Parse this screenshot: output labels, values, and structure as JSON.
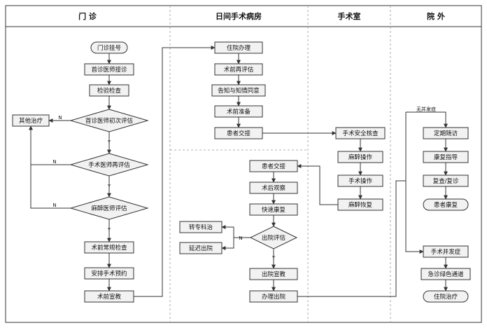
{
  "lanes": {
    "clinic": "门  诊",
    "ward": "日间手术病房",
    "or": "手术室",
    "outside": "院  外"
  },
  "nodes": {
    "register": "门诊挂号",
    "first_doctor": "首诊医师接诊",
    "tests": "检验检查",
    "first_eval": "首诊医师初次评估",
    "other_treatment": "其他治疗",
    "surgeon_eval": "手术医师再评估",
    "anesth_eval": "麻醉医师评估",
    "routine_check": "术前常规检查",
    "schedule": "安排手术预约",
    "preop_edu": "术前宣教",
    "admission": "住院办理",
    "preop_reeval": "术前再评估",
    "consent": "告知与知情同意",
    "preop_prep": "术前准备",
    "handover_out": "患者交接",
    "safety_check": "手术安全核查",
    "anesthesia": "麻醉操作",
    "surgery": "手术操作",
    "recovery": "麻醉恢复",
    "handover_back": "患者交接",
    "postop_obs": "术后观察",
    "rapid_recovery": "快速康复",
    "discharge_eval": "出院评估",
    "transfer": "转专科治",
    "delay_discharge": "延迟出院",
    "discharge_edu": "出院宣教",
    "discharge": "办理出院",
    "followup": "定期随访",
    "rehab": "康复指导",
    "revisit": "复查/复诊",
    "patient_recovered": "患者康复",
    "complication": "手术并发症",
    "green_channel": "急诊绿色通道",
    "hospital_treatment": "住院治疗"
  },
  "edge_labels": {
    "no1": "N",
    "no2": "N",
    "no3": "N",
    "no4": "N",
    "yes1": "Y",
    "yes2": "Y",
    "yes3": "Y",
    "yes4": "Y",
    "no_complication": "无并发症"
  }
}
